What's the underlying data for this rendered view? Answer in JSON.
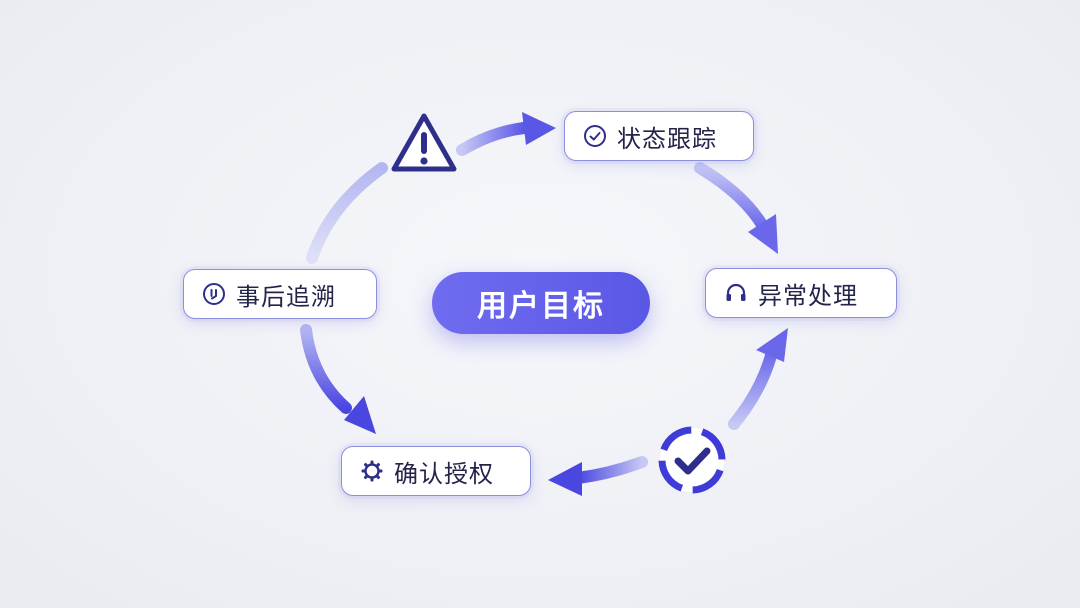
{
  "diagram": {
    "center": {
      "label": "用户目标"
    },
    "nodes": {
      "status": {
        "label": "状态跟踪",
        "icon": "check-circle-icon"
      },
      "except": {
        "label": "异常处理",
        "icon": "headset-icon"
      },
      "confirm": {
        "label": "确认授权",
        "icon": "gear-icon"
      },
      "trace": {
        "label": "事后追溯",
        "icon": "history-icon"
      }
    },
    "decorations": {
      "warning": {
        "icon": "warning-triangle-icon"
      },
      "check": {
        "icon": "check-ring-icon"
      }
    },
    "colors": {
      "accent": "#5b57e6",
      "accent_light": "#c6c8f5",
      "node_border": "#8c8fe0",
      "icon_dark": "#2d2f8a",
      "text": "#23244a"
    }
  }
}
